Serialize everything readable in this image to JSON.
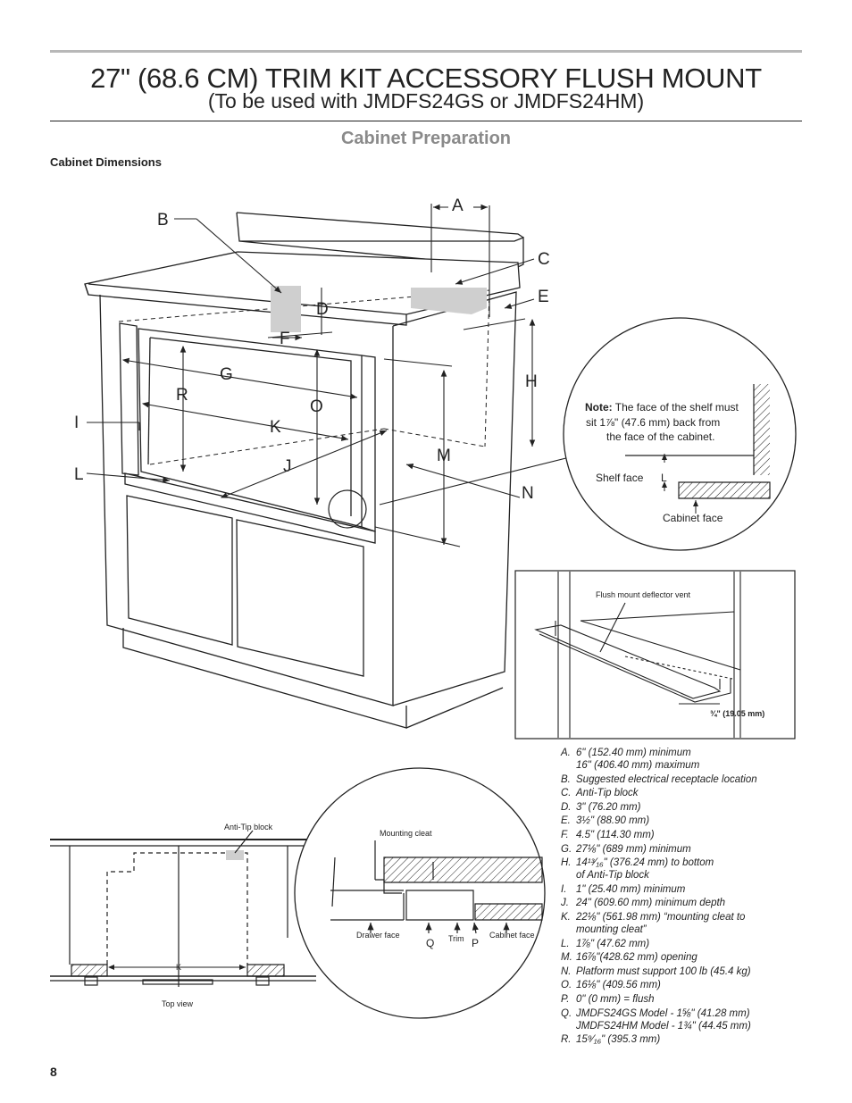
{
  "header": {
    "title": "27\" (68.6 CM) TRIM KIT ACCESSORY FLUSH MOUNT",
    "subtitle": "(To be used with JMDFS24GS or JMDFS24HM)",
    "section": "Cabinet Preparation",
    "subsection": "Cabinet Dimensions"
  },
  "main_figure": {
    "labels": [
      "A",
      "B",
      "C",
      "D",
      "E",
      "F",
      "G",
      "H",
      "I",
      "J",
      "K",
      "L",
      "M",
      "N",
      "O",
      "R"
    ]
  },
  "detail_circle": {
    "note_bold": "Note:",
    "note_line1": " The face of the shelf must",
    "note_line2": "sit 1⅞\" (47.6 mm) back from",
    "note_line3": "the face of the cabinet.",
    "shelf_face": "Shelf face",
    "cabinet_face": "Cabinet face",
    "l_label": "L"
  },
  "vent_figure": {
    "caption": "Flush mount deflector vent",
    "dimension": "¾\" (19.05 mm)"
  },
  "top_view": {
    "anti_tip": "Anti-Tip block",
    "k_label": "K",
    "caption": "Top view"
  },
  "cleat_detail": {
    "mounting_cleat": "Mounting cleat",
    "drawer_face": "Drawer face",
    "q_label": "Q",
    "trim": "Trim",
    "p_label": "P",
    "cabinet_face": "Cabinet face"
  },
  "legend": [
    {
      "key": "A.",
      "text": "6\" (152.40 mm) minimum\n16\" (406.40 mm) maximum"
    },
    {
      "key": "B.",
      "text": "Suggested electrical receptacle location"
    },
    {
      "key": "C.",
      "text": "Anti-Tip block"
    },
    {
      "key": "D.",
      "text": "3\" (76.20 mm)"
    },
    {
      "key": "E.",
      "text": "3½\" (88.90 mm)"
    },
    {
      "key": "F.",
      "text": "4.5\" (114.30 mm)"
    },
    {
      "key": "G.",
      "text": "27⅛\" (689 mm) minimum"
    },
    {
      "key": "H.",
      "text": "14¹³⁄₁₆\" (376.24 mm) to bottom\nof Anti-Tip block"
    },
    {
      "key": "I.",
      "text": "1\" (25.40 mm) minimum"
    },
    {
      "key": "J.",
      "text": "24\" (609.60 mm) minimum depth"
    },
    {
      "key": "K.",
      "text": "22⅛\" (561.98 mm) “mounting cleat to\nmounting cleat”"
    },
    {
      "key": "L.",
      "text": "1⅞\" (47.62 mm)"
    },
    {
      "key": "M.",
      "text": "16⅞\"(428.62 mm) opening"
    },
    {
      "key": "N.",
      "text": "Platform must support 100 lb (45.4 kg)"
    },
    {
      "key": "O.",
      "text": "16⅛\" (409.56 mm)"
    },
    {
      "key": "P.",
      "text": "0\" (0 mm) = flush"
    },
    {
      "key": "Q.",
      "text": "JMDFS24GS Model - 1⅝\" (41.28 mm)\nJMDFS24HM Model - 1¾\" (44.45 mm)"
    },
    {
      "key": "R.",
      "text": "15⁹⁄₁₆\" (395.3 mm)"
    }
  ],
  "footer": {
    "page_number": "8"
  }
}
